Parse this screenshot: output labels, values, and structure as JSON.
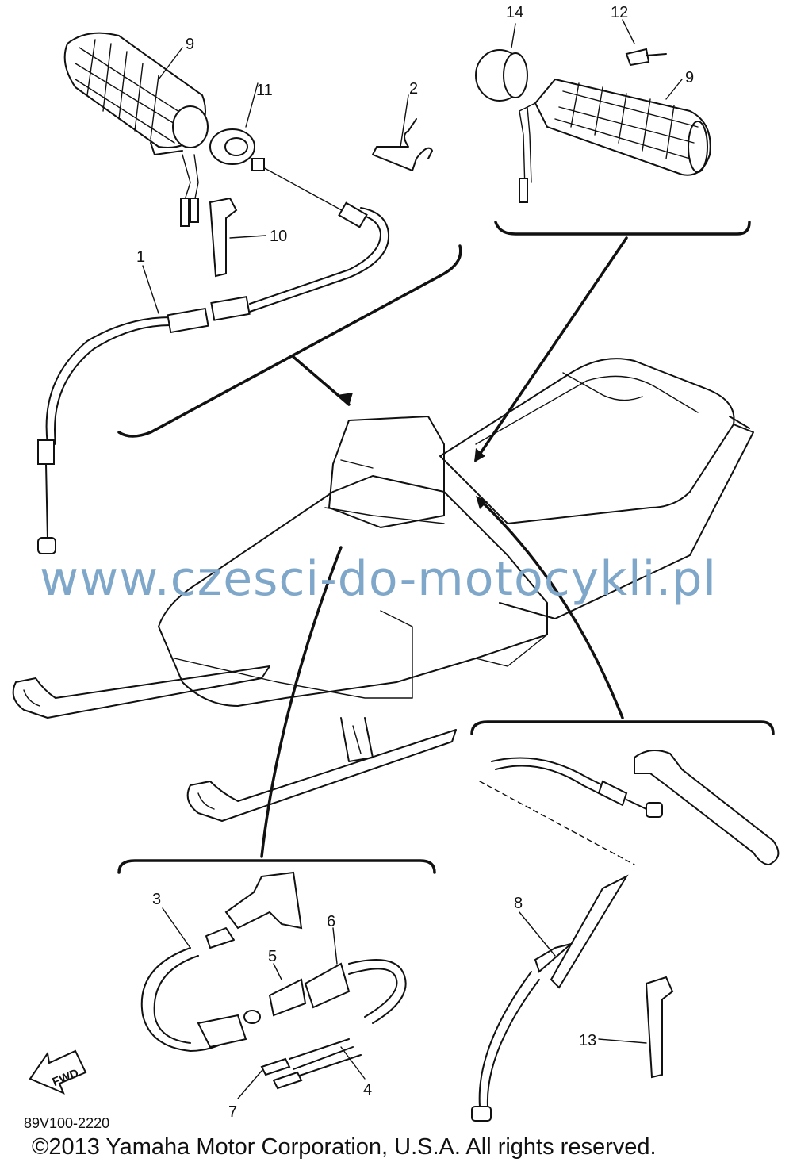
{
  "watermark": "www.czesci-do-motocykli.pl",
  "drawing_code": "89V100-2220",
  "copyright": "©2013 Yamaha Motor Corporation, U.S.A. All rights reserved.",
  "fwd_label": "FWD",
  "callouts": {
    "c1": "1",
    "c2": "2",
    "c3": "3",
    "c4": "4",
    "c5": "5",
    "c6": "6",
    "c7": "7",
    "c8": "8",
    "c9a": "9",
    "c9b": "9",
    "c10": "10",
    "c11": "11",
    "c12": "12",
    "c13": "13",
    "c14": "14"
  }
}
